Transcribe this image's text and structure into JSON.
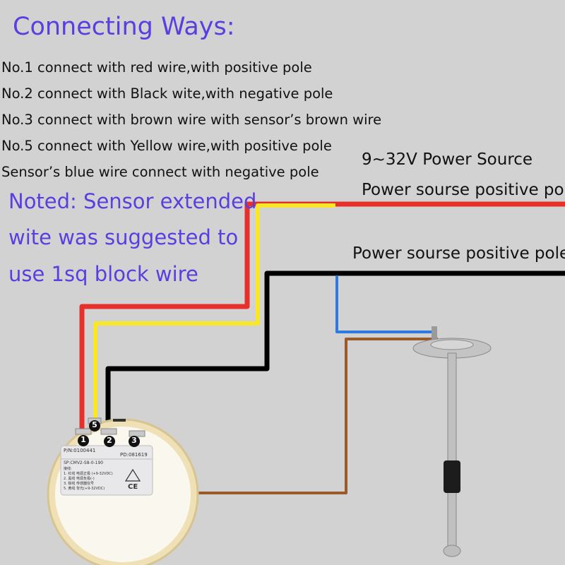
{
  "title": "Connecting Ways:",
  "rules": [
    "No.1 connect with red wire,with positive pole",
    "No.2 connect with Black wite,with negative pole",
    "No.3 connect with brown wire with sensor’s brown wire",
    "No.5 connect with Yellow wire,with positive pole",
    "Sensor’s blue wire connect with negative pole"
  ],
  "note_lines": [
    "Noted: Sensor extended",
    "wite was suggested to",
    "use 1sq block wire"
  ],
  "power": {
    "source": "9~32V Power Source",
    "positive_label": "Power sourse positive pole",
    "negative_label": "Power sourse positive pole"
  },
  "terminals": [
    "1",
    "5",
    "2",
    "3"
  ],
  "gauge_label": {
    "pn": "P/N:0100441",
    "pd": "PD:081619",
    "sp": "SP:CMV2-S8-0-190",
    "lines": [
      "接线:",
      "1. 红线 电源正极 (+9-32VDC)",
      "2. 黑线 电源负极(-)",
      "3. 棕线 传感器信号",
      "5. 黄线 背光(+9-32VDC)"
    ],
    "ce": "CE"
  },
  "colors": {
    "accent": "#5a3ee0",
    "red_wire": "#e8302a",
    "yellow_wire": "#f7e62a",
    "black_wire": "#000000",
    "brown_wire": "#9a5a2a",
    "blue_wire": "#2d7be0"
  }
}
